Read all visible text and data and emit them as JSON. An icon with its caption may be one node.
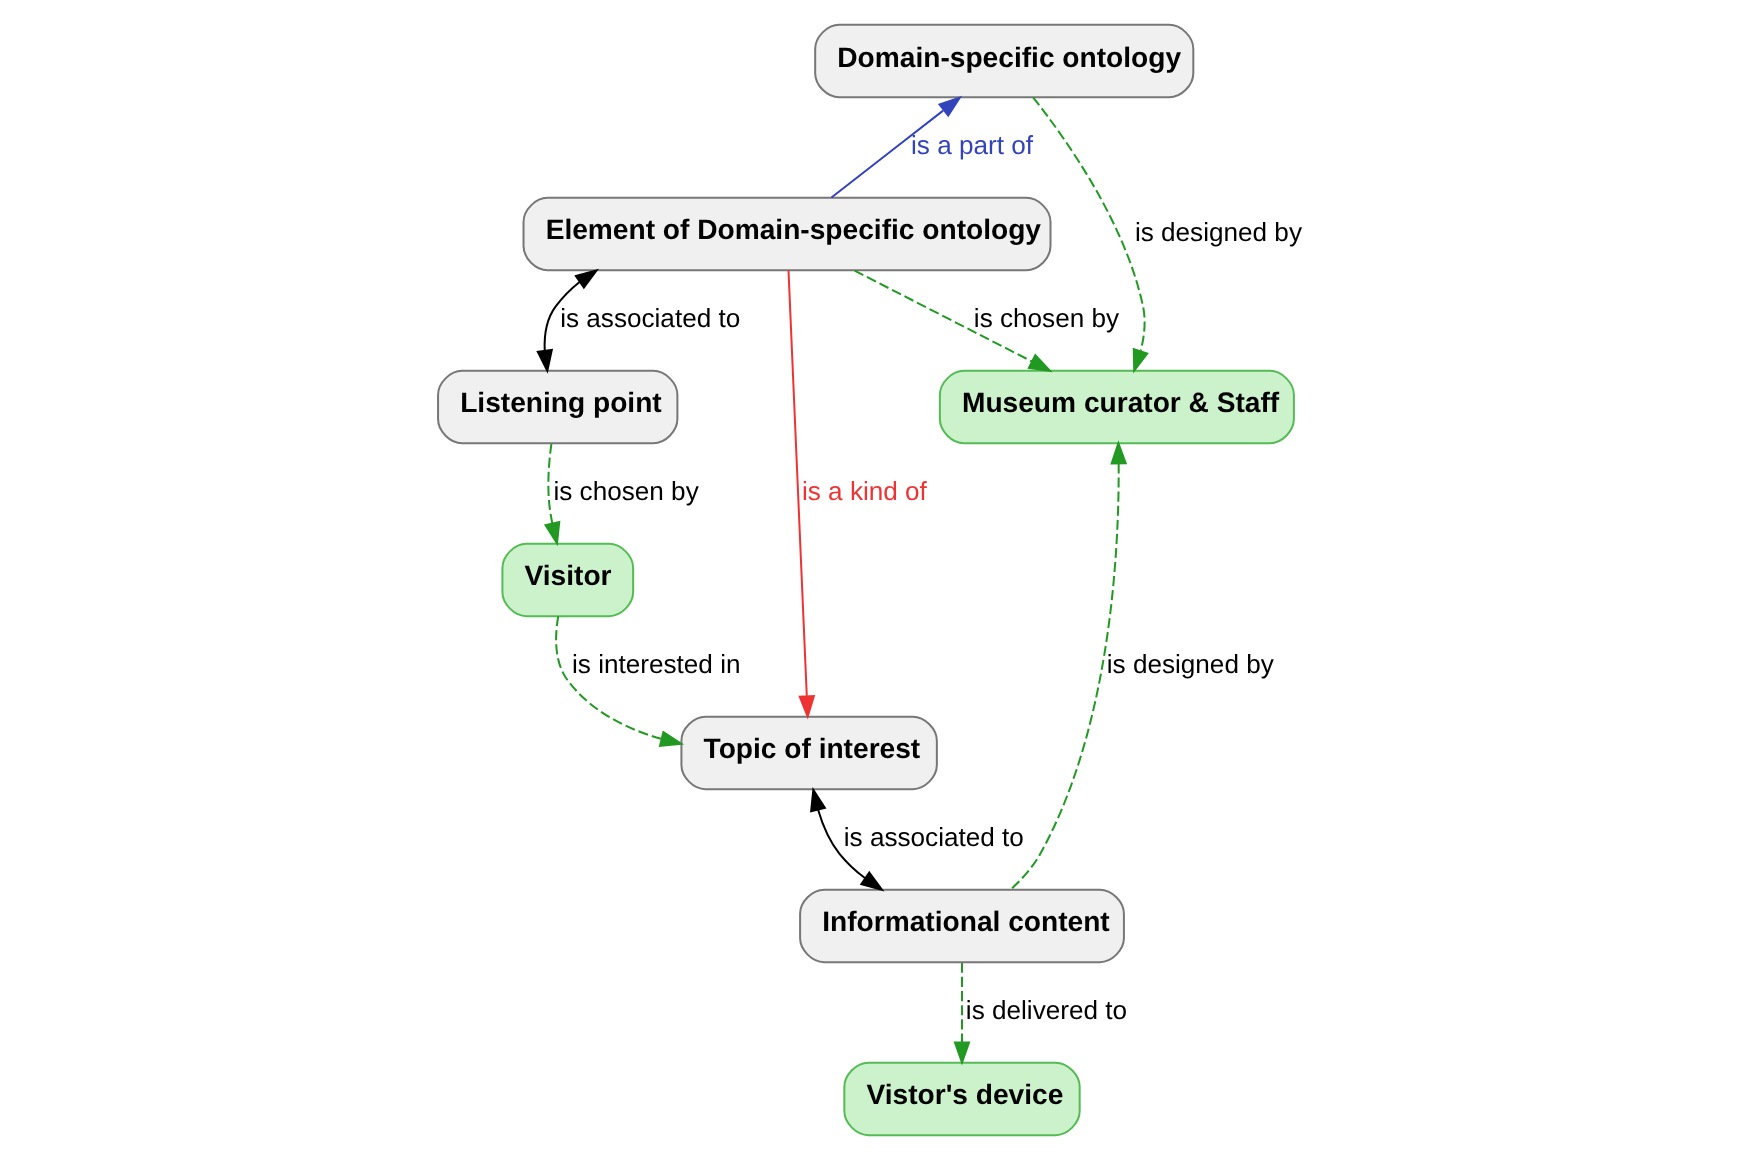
{
  "diagram": {
    "nodes": [
      {
        "text": [
          "Domain-specific ontology"
        ]
      },
      {
        "text": [
          "Element of Domain-specific ontology"
        ]
      },
      {
        "text": [
          "Listening point"
        ]
      },
      {
        "text": [
          "Topic of interest"
        ]
      },
      {
        "text": [
          "Museum curator & Staff"
        ]
      },
      {
        "text": [
          "Visitor"
        ]
      },
      {
        "text": [
          "Informational content"
        ]
      },
      {
        "text": [
          "Vistor's device"
        ]
      }
    ],
    "edges": [
      {
        "from": 1,
        "to": 0,
        "arrow": "to",
        "label": "is a part of",
        "color": "#3344bb"
      },
      {
        "from": 1,
        "to": 2,
        "arrow": "both",
        "label": "is associated to",
        "color": "#000000"
      },
      {
        "from": 1,
        "to": 3,
        "arrow": "to",
        "label": "is a kind of",
        "color": "#ee3333"
      },
      {
        "from": 0,
        "to": 4,
        "arrow": "to",
        "label": "is designed by",
        "style": "dashed",
        "color": "#229922"
      },
      {
        "from": 1,
        "to": 4,
        "arrow": "to",
        "label": "is chosen by",
        "style": "dashed",
        "color": "#229922"
      },
      {
        "from": 2,
        "to": 5,
        "arrow": "to",
        "label": "is chosen by",
        "style": "dashed",
        "color": "#229922"
      },
      {
        "from": 5,
        "to": 3,
        "arrow": "to",
        "label": "is interested in",
        "style": "dashed",
        "color": "#229922"
      },
      {
        "from": 3,
        "to": 6,
        "arrow": "both",
        "label": "is associated to",
        "color": "#000000"
      },
      {
        "from": 6,
        "to": 4,
        "arrow": "to",
        "label": "is designed by",
        "style": "dashed",
        "color": "#229922"
      },
      {
        "from": 6,
        "to": 7,
        "arrow": "to",
        "label": "is delivered to",
        "style": "dashed",
        "color": "#229922"
      }
    ]
  }
}
